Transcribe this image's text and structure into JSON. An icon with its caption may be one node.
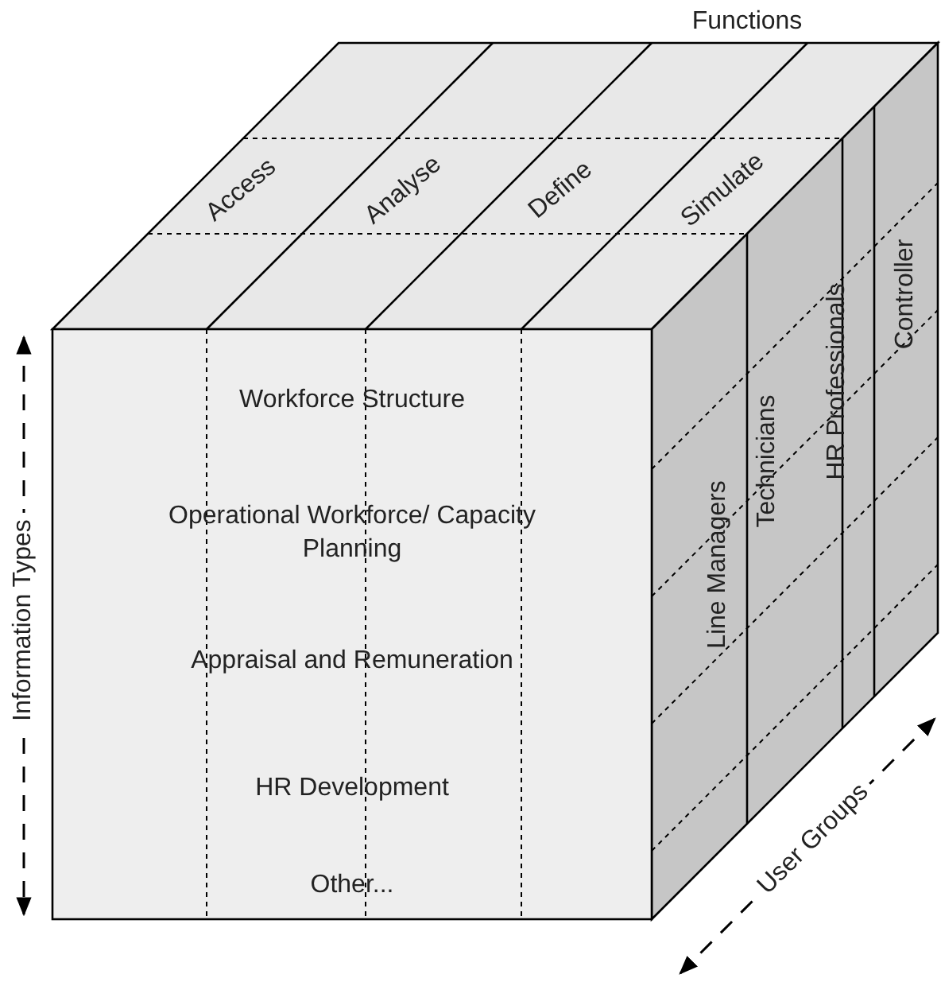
{
  "diagram": {
    "nodes": [
      {
        "text": [
          "Workforce Structure"
        ]
      },
      {
        "text": [
          "Operational Workforce/ Capacity Planning"
        ]
      },
      {
        "text": [
          "Appraisal and Remuneration"
        ]
      },
      {
        "text": [
          "HR Development"
        ]
      },
      {
        "text": [
          "Other..."
        ]
      }
    ],
    "labels": [
      "Functions",
      "Access",
      "Analyse",
      "Define",
      "Simulate",
      "Information Types",
      "Line Managers",
      "Technicians",
      "HR Professionals",
      "Controller",
      "User Groups"
    ]
  }
}
